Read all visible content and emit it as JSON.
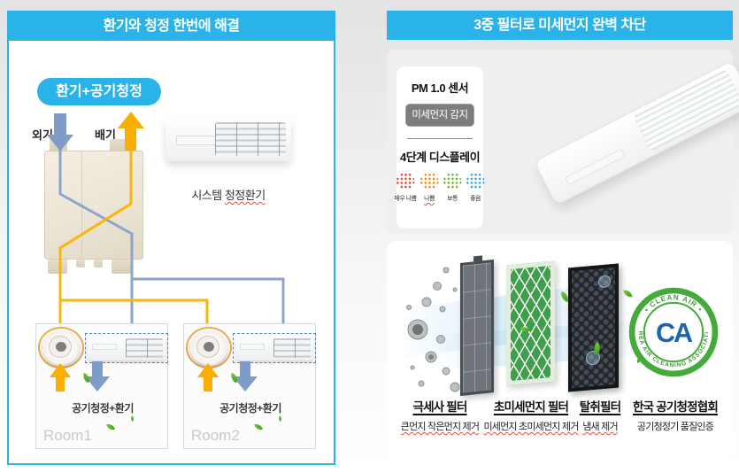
{
  "colors": {
    "accent": "#29b3e8",
    "pipe_yellow": "#f6b70a",
    "pipe_blue": "#8ba6c9",
    "arrow_orange": "#f9ae00",
    "arrow_blue": "#7e9cc5"
  },
  "left_panel": {
    "header": "환기와 청정 한번에 해결",
    "badge": "환기+공기청정",
    "intake_label": "외기",
    "exhaust_label": "배기",
    "unit_caption_prefix": "시스템",
    "unit_caption_main": "청정환기",
    "rooms": [
      {
        "name": "Room1",
        "caption": "공기청정+환기"
      },
      {
        "name": "Room2",
        "caption": "공기청정+환기"
      }
    ]
  },
  "right_panel": {
    "header": "3중 필터로 미세먼지 완벽 차단",
    "sensor_card": {
      "title": "PM 1.0 센서",
      "badge": "미세먼지 감지",
      "display_title": "4단계 디스플레이",
      "levels": [
        {
          "label": "매우 나쁨",
          "color": "#e23a2e"
        },
        {
          "label": "나쁨",
          "color": "#f08300"
        },
        {
          "label": "보통",
          "color": "#5fb232"
        },
        {
          "label": "좋음",
          "color": "#2e9fe0"
        }
      ]
    },
    "filters": [
      {
        "title": "극세사 필터",
        "desc": "큰먼지 작은먼지 제거"
      },
      {
        "title": "초미세먼지 필터",
        "desc": "미세먼지 초미세먼지 제거"
      },
      {
        "title": "탈취필터",
        "desc": "냄새 제거"
      },
      {
        "title": "한국 공기청정협회",
        "desc": "공기청정기 품질인증"
      }
    ],
    "certification_logo": {
      "top_text": "• CLEAN AIR •",
      "bottom_text": "KOREA AIR CLEANING ASSOCIATION",
      "monogram": "CA"
    }
  }
}
